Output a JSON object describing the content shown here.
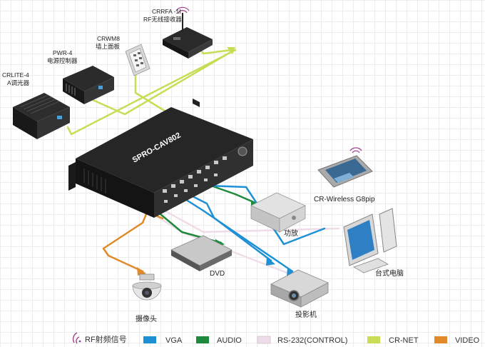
{
  "devices": {
    "rf_receiver": {
      "model": "CRRFA -1I",
      "name": "RF无线接收器"
    },
    "wall_panel": {
      "model": "CRWM8",
      "name": "墙上面板"
    },
    "power_ctrl": {
      "model": "PWR-4",
      "name": "电源控制器"
    },
    "dimmer": {
      "model": "CRLITE-4",
      "name": "A调光器"
    },
    "main_unit": {
      "model": "SPRO-CAV802"
    },
    "touch_panel": {
      "name": "CR-Wireless G8pip"
    },
    "amplifier": {
      "name": "功放"
    },
    "pc": {
      "name": "台式电脑"
    },
    "dvd": {
      "name": "DVD"
    },
    "projector": {
      "name": "投影机"
    },
    "camera": {
      "name": "摄像头"
    }
  },
  "legend": [
    {
      "label": "RF射频信号",
      "color": "#a04090",
      "icon": "rf-signal-icon"
    },
    {
      "label": "VGA",
      "color": "#1e90d6"
    },
    {
      "label": "AUDIO",
      "color": "#1e8a3c"
    },
    {
      "label": "RS-232(CONTROL)",
      "color": "#eedde8"
    },
    {
      "label": "CR-NET",
      "color": "#c8dd55"
    },
    {
      "label": "VIDEO",
      "color": "#e08a2a"
    }
  ]
}
